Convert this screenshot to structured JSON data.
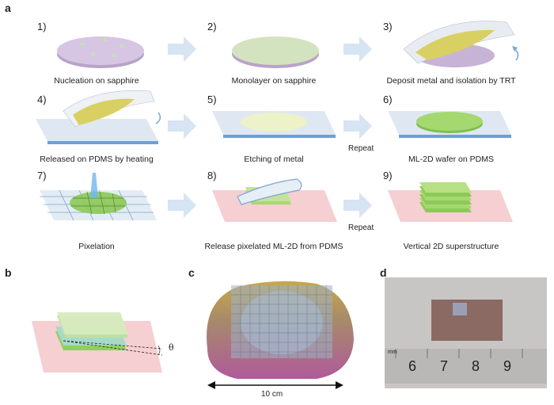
{
  "panels": {
    "a": "a",
    "b": "b",
    "c": "c",
    "d": "d"
  },
  "steps": [
    {
      "num": "1)",
      "caption": "Nucleation on sapphire"
    },
    {
      "num": "2)",
      "caption": "Monolayer on sapphire"
    },
    {
      "num": "3)",
      "caption": "Deposit metal and isolation by TRT"
    },
    {
      "num": "4)",
      "caption": "Released on PDMS by heating"
    },
    {
      "num": "5)",
      "caption": "Etching of metal"
    },
    {
      "num": "6)",
      "caption": "ML-2D wafer on PDMS"
    },
    {
      "num": "7)",
      "caption": "Pixelation"
    },
    {
      "num": "8)",
      "caption": "Release pixelated ML-2D from PDMS"
    },
    {
      "num": "9)",
      "caption": "Vertical 2D superstructure"
    }
  ],
  "repeat_labels": [
    "Repeat",
    "Repeat"
  ],
  "panel_b": {
    "angle_label": "θ"
  },
  "panel_c": {
    "scale_label": "10 cm"
  },
  "panel_d": {
    "ruler_unit": "mm",
    "ruler_numbers": [
      "6",
      "7",
      "8",
      "9"
    ]
  },
  "colors": {
    "sapphire": "#cdb8dc",
    "monolayer": "#cfe2b8",
    "gold": "#d8d36a",
    "pdms_blue": "#c9d9ea",
    "pdms_pink": "#f3c6c8",
    "green": "#9dd46a",
    "arrow": "#d6e4f4"
  }
}
